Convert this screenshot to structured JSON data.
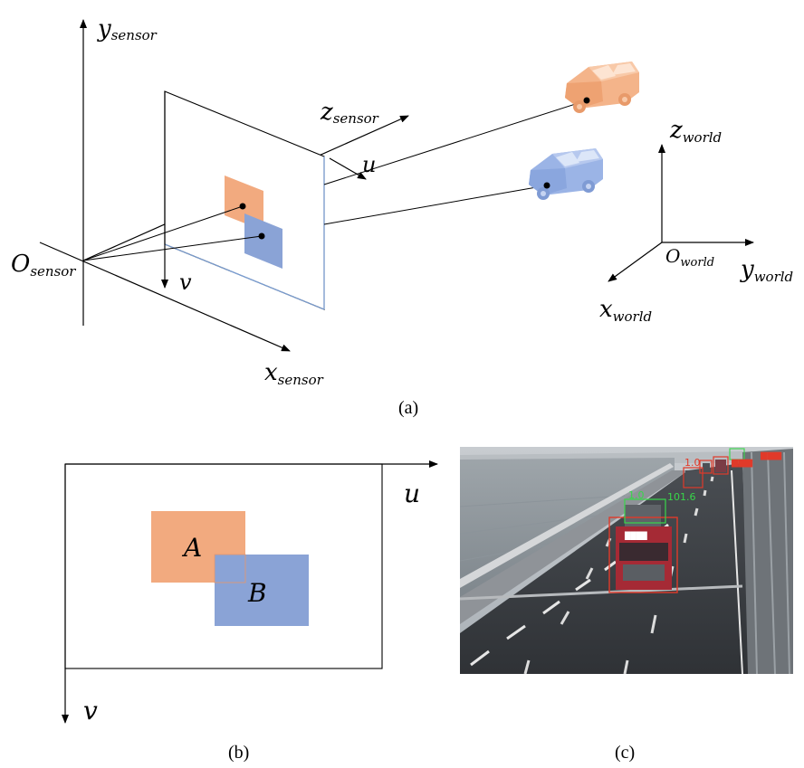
{
  "panel_a": {
    "axes": {
      "y_sensor": {
        "base": "y",
        "sub": "sensor"
      },
      "z_sensor": {
        "base": "z",
        "sub": "sensor"
      },
      "x_sensor": {
        "base": "x",
        "sub": "sensor"
      },
      "o_sensor": {
        "base": "O",
        "sub": "sensor"
      },
      "u": "u",
      "v": "v",
      "z_world": {
        "base": "z",
        "sub": "world"
      },
      "y_world": {
        "base": "y",
        "sub": "world"
      },
      "x_world": {
        "base": "x",
        "sub": "world"
      },
      "o_world": {
        "base": "O",
        "sub": "world"
      }
    },
    "caption": "(a)"
  },
  "panel_b": {
    "u": "u",
    "v": "v",
    "box_a": "A",
    "box_b": "B",
    "caption": "(b)"
  },
  "panel_c": {
    "caption": "(c)",
    "labels": [
      "101.6",
      "1.0",
      "1.0"
    ]
  },
  "colors": {
    "orange": "#f2aa7f",
    "blue": "#8aa3d6",
    "detect_red": "#e03a2a",
    "detect_green": "#38d64a"
  }
}
